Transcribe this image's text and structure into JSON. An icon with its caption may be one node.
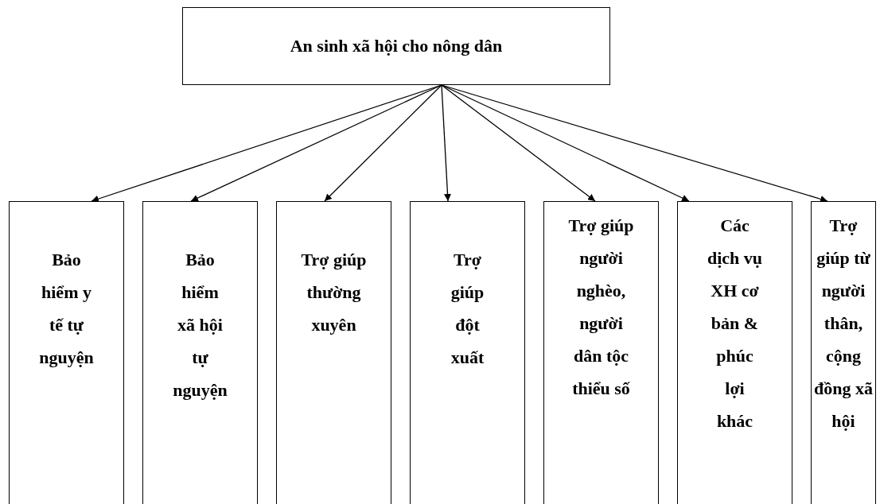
{
  "diagram": {
    "nodes": [
      {
        "text": [
          "An sinh xã hội cho nông dân"
        ]
      },
      {
        "text": [
          "Bảo hiểm y tế tự nguyện"
        ]
      },
      {
        "text": [
          "Bảo hiểm xã hội tự nguyện"
        ]
      },
      {
        "text": [
          "Trợ giúp thường xuyên"
        ]
      },
      {
        "text": [
          "Trợ giúp đột xuất"
        ]
      },
      {
        "text": [
          "Trợ giúp người nghèo, người dân tộc thiểu số"
        ]
      },
      {
        "text": [
          "Các dịch vụ XH cơ bản & phúc lợi khác"
        ]
      },
      {
        "text": [
          "Trợ giúp từ người thân, cộng đồng xã hội"
        ]
      }
    ],
    "edges": [
      {
        "from": 0,
        "to": 1,
        "arrow": "to"
      },
      {
        "from": 0,
        "to": 2,
        "arrow": "to"
      },
      {
        "from": 0,
        "to": 3,
        "arrow": "to"
      },
      {
        "from": 0,
        "to": 4,
        "arrow": "to"
      },
      {
        "from": 0,
        "to": 5,
        "arrow": "to"
      },
      {
        "from": 0,
        "to": 6,
        "arrow": "to"
      },
      {
        "from": 0,
        "to": 7,
        "arrow": "to"
      }
    ]
  }
}
